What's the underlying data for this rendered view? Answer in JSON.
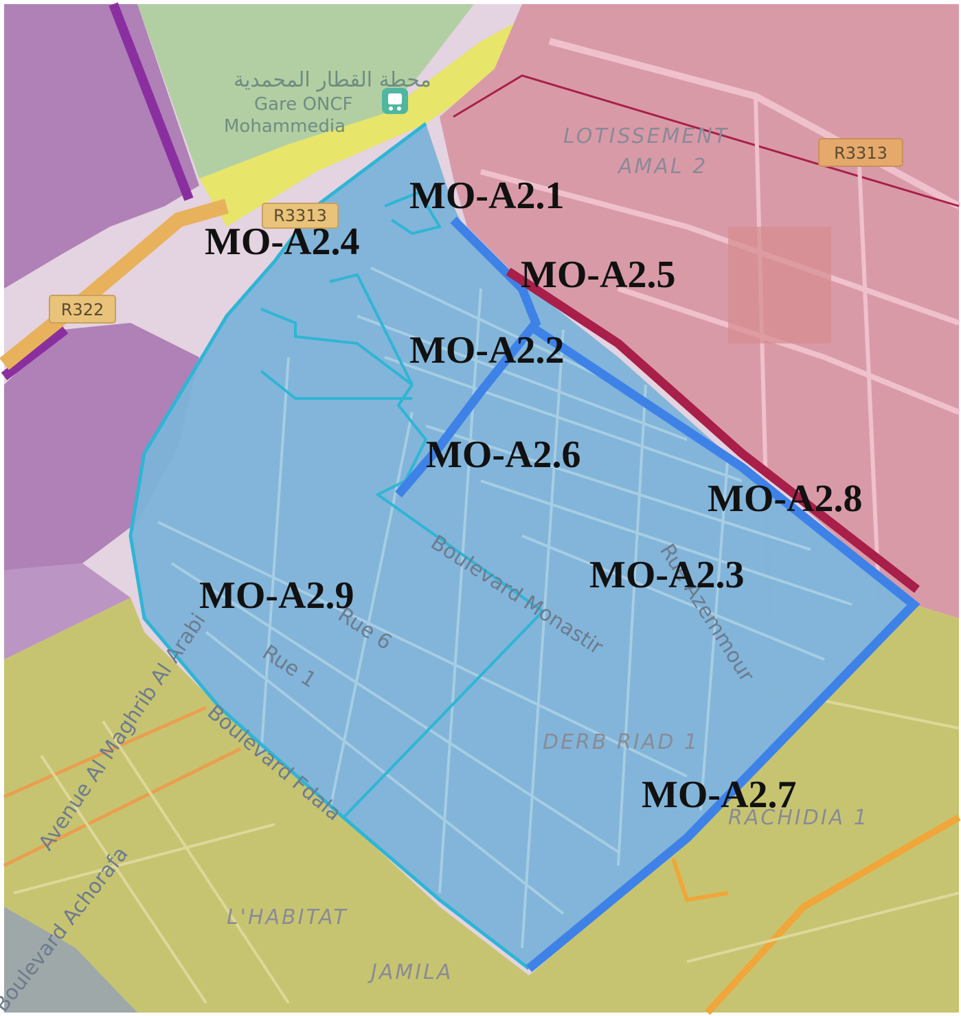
{
  "colors": {
    "purple_zone": "#a978b3",
    "green_zone": "#b2cfa4",
    "pink_zone": "#d99aa8",
    "olive_zone": "#c7c471",
    "blue_zone": "#7cb3d8",
    "grey_zone": "#9fa8a8",
    "blue_border": "#3e82e8",
    "crimson_border": "#a81f49",
    "cyan_border": "#2fb5d5"
  },
  "station": {
    "arabic": "محطة القطار المحمدية",
    "name_line1": "Gare ONCF",
    "name_line2": "Mohammedia",
    "icon": "train-icon"
  },
  "roads": {
    "r322": "R322",
    "r3313_a": "R3313",
    "r3313_b": "R3313"
  },
  "districts": {
    "lotissement": "LOTISSEMENT",
    "amal": "AMAL 2",
    "derb": "DERB RIAD 1",
    "habitat": "L'HABITAT",
    "jamila": "JAMILA",
    "rachidia": "RACHIDIA 1"
  },
  "streets": {
    "bd_monastir": "Boulevard Monastir",
    "rue_azemmour": "Rue Azemmour",
    "rue_6": "Rue 6",
    "rue_1": "Rue 1",
    "av_al_maghrib": "Avenue Al Maghrib Al Arabi",
    "bd_achorafa": "Boulevard Achorafa",
    "bd_fdala": "Boulevard Fdala"
  },
  "zones": [
    {
      "id": "a21",
      "label": "MO-A2.1"
    },
    {
      "id": "a22",
      "label": "MO-A2.2"
    },
    {
      "id": "a23",
      "label": "MO-A2.3"
    },
    {
      "id": "a24",
      "label": "MO-A2.4"
    },
    {
      "id": "a25",
      "label": "MO-A2.5"
    },
    {
      "id": "a26",
      "label": "MO-A2.6"
    },
    {
      "id": "a27",
      "label": "MO-A2.7"
    },
    {
      "id": "a28",
      "label": "MO-A2.8"
    },
    {
      "id": "a29",
      "label": "MO-A2.9"
    }
  ]
}
